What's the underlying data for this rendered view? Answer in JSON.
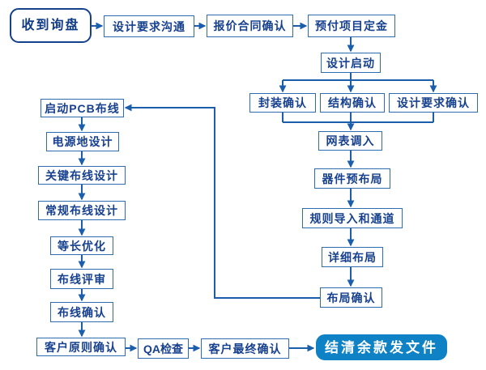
{
  "diagram": {
    "kind": "flowchart",
    "language": "zh-CN",
    "colors": {
      "background": "#ffffff",
      "connector_line": "#1b5eac",
      "process_border": "#2e6cb0",
      "process_text": "#17418f",
      "start_terminal_border": "#16418c",
      "end_terminal_fill": "#0f81c5",
      "end_terminal_text": "#ffffff"
    },
    "nodes": [
      {
        "id": "receive-inquiry",
        "label": "收到询盘",
        "type": "start-terminal"
      },
      {
        "id": "design-requirements-communication",
        "label": "设计要求沟通",
        "type": "process"
      },
      {
        "id": "quotation-contract-confirm",
        "label": "报价合同确认",
        "type": "process"
      },
      {
        "id": "advance-project-deposit",
        "label": "预付项目定金",
        "type": "process"
      },
      {
        "id": "design-kickoff",
        "label": "设计启动",
        "type": "process"
      },
      {
        "id": "footprint-confirm",
        "label": "封装确认",
        "type": "process"
      },
      {
        "id": "structure-confirm",
        "label": "结构确认",
        "type": "process"
      },
      {
        "id": "design-requirements-confirm",
        "label": "设计要求确认",
        "type": "process"
      },
      {
        "id": "netlist-import",
        "label": "网表调入",
        "type": "process"
      },
      {
        "id": "component-preplacement",
        "label": "器件预布局",
        "type": "process"
      },
      {
        "id": "rules-import-and-channels",
        "label": "规则导入和通道",
        "type": "process"
      },
      {
        "id": "detailed-placement",
        "label": "详细布局",
        "type": "process"
      },
      {
        "id": "placement-confirm",
        "label": "布局确认",
        "type": "process"
      },
      {
        "id": "start-pcb-routing",
        "label": "启动PCB布线",
        "type": "process"
      },
      {
        "id": "power-ground-design",
        "label": "电源地设计",
        "type": "process"
      },
      {
        "id": "critical-routing-design",
        "label": "关键布线设计",
        "type": "process"
      },
      {
        "id": "general-routing-design",
        "label": "常规布线设计",
        "type": "process"
      },
      {
        "id": "length-matching-optimization",
        "label": "等长优化",
        "type": "process"
      },
      {
        "id": "routing-review",
        "label": "布线评审",
        "type": "process"
      },
      {
        "id": "routing-confirm",
        "label": "布线确认",
        "type": "process"
      },
      {
        "id": "customer-principle-confirm",
        "label": "客户原则确认",
        "type": "process"
      },
      {
        "id": "qa-check",
        "label": "QA检查",
        "type": "process"
      },
      {
        "id": "customer-final-confirm",
        "label": "客户最终确认",
        "type": "process"
      },
      {
        "id": "settle-balance-send-files",
        "label": "结清余款发文件",
        "type": "end-terminal"
      }
    ],
    "edges": [
      {
        "from": "receive-inquiry",
        "to": "design-requirements-communication"
      },
      {
        "from": "design-requirements-communication",
        "to": "quotation-contract-confirm"
      },
      {
        "from": "quotation-contract-confirm",
        "to": "advance-project-deposit"
      },
      {
        "from": "advance-project-deposit",
        "to": "design-kickoff"
      },
      {
        "from": "design-kickoff",
        "to": "footprint-confirm"
      },
      {
        "from": "design-kickoff",
        "to": "structure-confirm"
      },
      {
        "from": "design-kickoff",
        "to": "design-requirements-confirm"
      },
      {
        "from": "footprint-confirm",
        "to": "netlist-import"
      },
      {
        "from": "structure-confirm",
        "to": "netlist-import"
      },
      {
        "from": "design-requirements-confirm",
        "to": "netlist-import"
      },
      {
        "from": "netlist-import",
        "to": "component-preplacement"
      },
      {
        "from": "component-preplacement",
        "to": "rules-import-and-channels"
      },
      {
        "from": "rules-import-and-channels",
        "to": "detailed-placement"
      },
      {
        "from": "detailed-placement",
        "to": "placement-confirm"
      },
      {
        "from": "placement-confirm",
        "to": "start-pcb-routing"
      },
      {
        "from": "start-pcb-routing",
        "to": "power-ground-design"
      },
      {
        "from": "power-ground-design",
        "to": "critical-routing-design"
      },
      {
        "from": "critical-routing-design",
        "to": "general-routing-design"
      },
      {
        "from": "general-routing-design",
        "to": "length-matching-optimization"
      },
      {
        "from": "length-matching-optimization",
        "to": "routing-review"
      },
      {
        "from": "routing-review",
        "to": "routing-confirm"
      },
      {
        "from": "routing-confirm",
        "to": "customer-principle-confirm"
      },
      {
        "from": "customer-principle-confirm",
        "to": "qa-check"
      },
      {
        "from": "qa-check",
        "to": "customer-final-confirm"
      },
      {
        "from": "customer-final-confirm",
        "to": "settle-balance-send-files"
      }
    ]
  }
}
